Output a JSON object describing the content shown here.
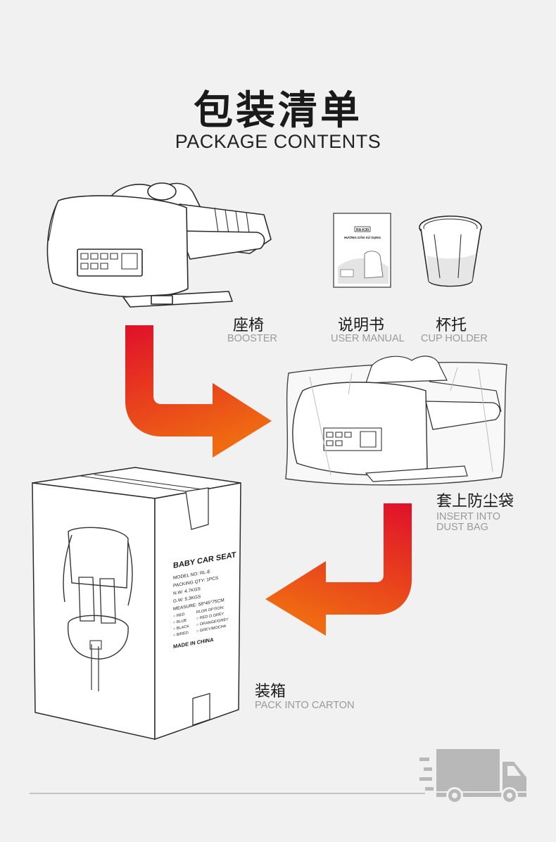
{
  "header": {
    "title_cn": "包装清单",
    "title_en": "PACKAGE CONTENTS"
  },
  "items": [
    {
      "cn": "座椅",
      "en": "BOOSTER"
    },
    {
      "cn": "说明书",
      "en": "USER MANUAL"
    },
    {
      "cn": "杯托",
      "en": "CUP HOLDER"
    }
  ],
  "steps": {
    "dust_bag": {
      "cn": "套上防尘袋",
      "en_line1": "INSERT INTO",
      "en_line2": "DUST BAG"
    },
    "carton": {
      "cn": "装箱",
      "en": "PACK INTO CARTON"
    }
  },
  "manual": {
    "model": "RA-K30",
    "subtitle": "HƯỚNG DẪN SỬ DỤNG"
  },
  "carton_label": {
    "title": "BABY CAR SEAT",
    "lines": [
      "MODEL NO:   RL-E",
      "PACKING QTY:  1PCS",
      "N.W:    4.7KGS",
      "G.W:    5.3KGS",
      "MEASURE:  58*45*75CM"
    ],
    "color_left": [
      "RED",
      "BLUE",
      "BLACK",
      "B/RED"
    ],
    "color_header": "RLOR OPTION:",
    "color_right": [
      "RED O.GREY",
      "ORANGE/GREY",
      "GREY/MOCHA"
    ],
    "origin": "MADE IN CHINA"
  },
  "colors": {
    "arrow_top": "#e0102a",
    "arrow_bottom": "#ee6512",
    "truck": "#b8b8b8"
  }
}
